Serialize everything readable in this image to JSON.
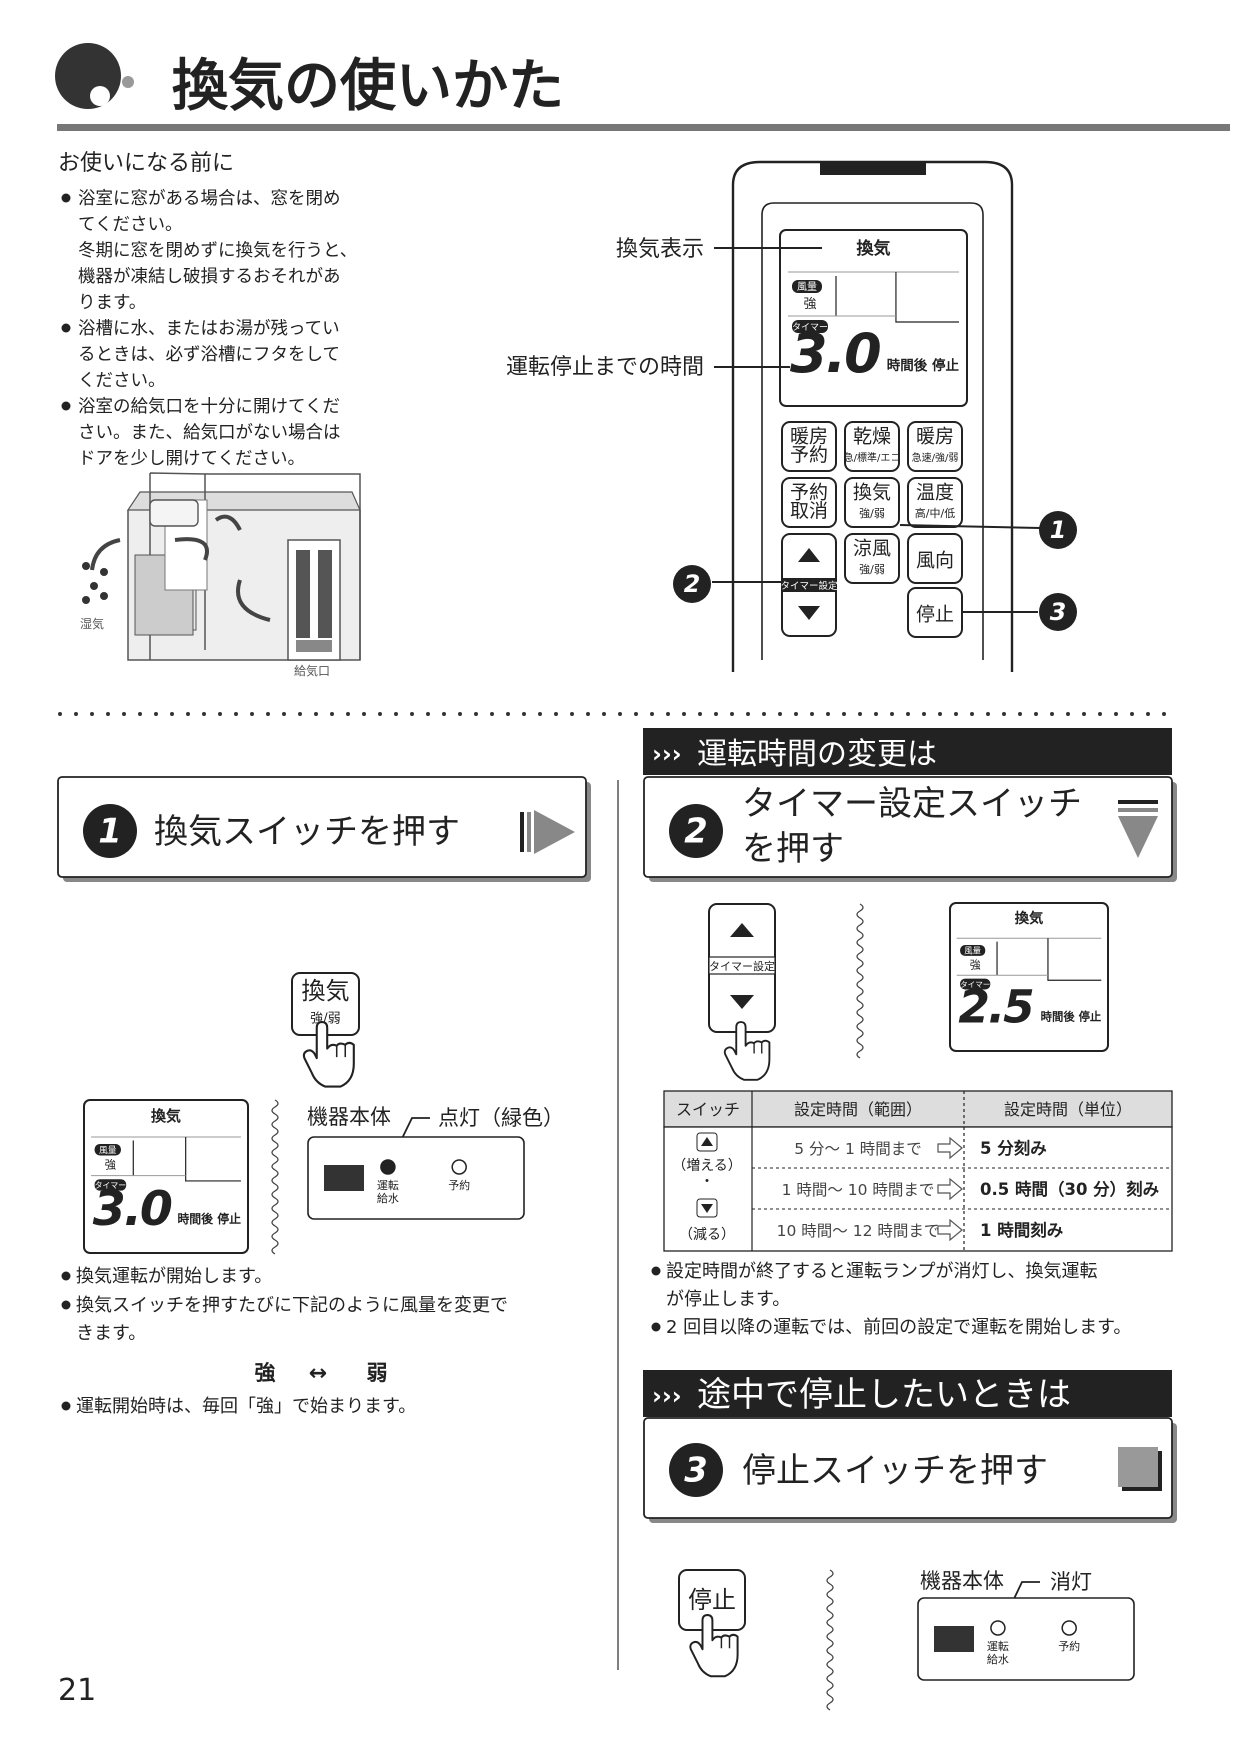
{
  "title": "換気の使いかた",
  "intro": {
    "heading": "お使いになる前に",
    "bullets": [
      [
        "浴室に窓がある場合は、窓を閉め",
        "てください。",
        "冬期に窓を閉めずに換気を行うと、",
        "機器が凍結し破損するおそれがあ",
        "ります。"
      ],
      [
        "浴槽に水、またはお湯が残ってい",
        "るときは、必ず浴槽にフタをして",
        "ください。"
      ],
      [
        "浴室の給気口を十分に開けてくだ",
        "さい。また、給気口がない場合は",
        "ドアを少し開けてください。"
      ]
    ],
    "illustration_labels": {
      "moist": "湿気",
      "inlet": "給気口"
    }
  },
  "remote": {
    "callout_display": "換気表示",
    "callout_time": "運転停止までの時間",
    "display": {
      "mode": "換気",
      "fan_label": "風量",
      "fan_value": "強",
      "timer_label": "タイマー",
      "time": "3.0",
      "suffix": "時間後 停止"
    },
    "buttons": {
      "heat_reserve": [
        "暖房",
        "予約"
      ],
      "dry": [
        "乾燥",
        "急/標準/エコ"
      ],
      "heat": [
        "暖房",
        "急速/強/弱"
      ],
      "cancel": [
        "予約",
        "取消"
      ],
      "vent": [
        "換気",
        "強/弱"
      ],
      "temp": [
        "温度",
        "高/中/低"
      ],
      "cool": [
        "涼風",
        "強/弱"
      ],
      "direction": "風向",
      "stop": "停止",
      "timer_set": "タイマー設定"
    },
    "markers": [
      "1",
      "2",
      "3"
    ]
  },
  "step1": {
    "number": "1",
    "label": "換気スイッチを押す",
    "button": [
      "換気",
      "強/弱"
    ],
    "display": {
      "mode": "換気",
      "fan_label": "風量",
      "fan_value": "強",
      "timer_label": "タイマー",
      "time": "3.0",
      "suffix": "時間後 停止"
    },
    "unit": {
      "title": "機器本体",
      "lamp_state": "点灯（緑色）",
      "lamp1": [
        "運転",
        "給水"
      ],
      "lamp2": "予約"
    },
    "bullets": [
      "換気運転が開始します。",
      "換気スイッチを押すたびに下記のように風量を変更で",
      "きます。",
      "運転開始時は、毎回「強」で始まります。"
    ],
    "toggle": {
      "left": "強",
      "arrow": "↔",
      "right": "弱"
    }
  },
  "step2": {
    "section_title": "運転時間の変更は",
    "number": "2",
    "label_line1": "タイマー設定スイッチ",
    "label_line2": "を押す",
    "timer_label": "タイマー設定",
    "display": {
      "mode": "換気",
      "fan_label": "風量",
      "fan_value": "強",
      "timer_label": "タイマー",
      "time": "2.5",
      "suffix": "時間後 停止"
    },
    "table": {
      "headers": [
        "スイッチ",
        "設定時間（範囲）",
        "設定時間（単位）"
      ],
      "switch_up": "（増える）",
      "switch_dot": "・",
      "switch_down": "（減る）",
      "rows": [
        [
          "5 分〜 1 時間まで",
          "5 分刻み"
        ],
        [
          "1 時間〜 10 時間まで",
          "0.5 時間（30 分）刻み"
        ],
        [
          "10 時間〜 12 時間まで",
          "1 時間刻み"
        ]
      ]
    },
    "bullets": [
      "設定時間が終了すると運転ランプが消灯し、換気運転",
      "が停止します。",
      "2 回目以降の運転では、前回の設定で運転を開始します。"
    ]
  },
  "step3": {
    "section_title": "途中で停止したいときは",
    "number": "3",
    "label": "停止スイッチを押す",
    "button": "停止",
    "unit": {
      "title": "機器本体",
      "lamp_state": "消灯",
      "lamp1": [
        "運転",
        "給水"
      ],
      "lamp2": "予約"
    }
  },
  "page_number": "21"
}
